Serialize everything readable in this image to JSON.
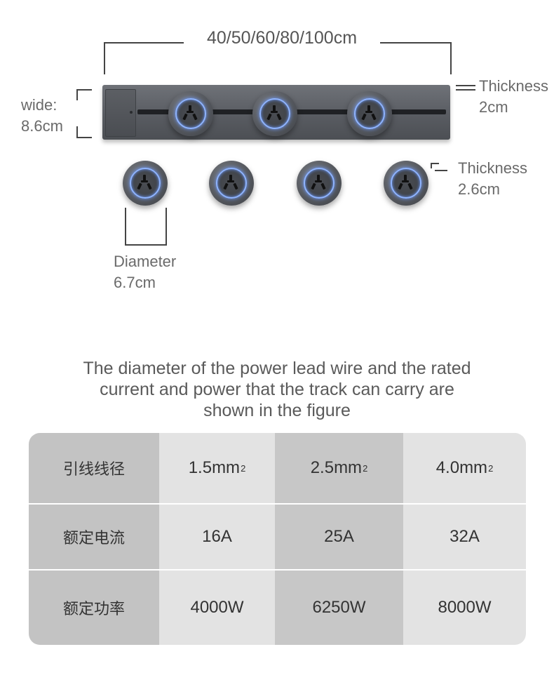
{
  "dimensions": {
    "length": "40/50/60/80/100cm",
    "wide_label": "wide:",
    "wide_value": "8.6cm",
    "track_thickness_label": "Thickness",
    "track_thickness_value": "2cm",
    "socket_thickness_label": "Thickness",
    "socket_thickness_value": "2.6cm",
    "diameter_label": "Diameter",
    "diameter_value": "6.7cm"
  },
  "heading": {
    "line1": "The diameter of the power lead wire and the rated",
    "line2": "current and power that the track can carry are",
    "line3": "shown in the figure"
  },
  "table": {
    "rows": [
      {
        "header": "引线线径",
        "values": [
          "1.5mm",
          "2.5mm",
          "4.0mm"
        ],
        "sup": "2"
      },
      {
        "header": "额定电流",
        "values": [
          "16A",
          "25A",
          "32A"
        ]
      },
      {
        "header": "额定功率",
        "values": [
          "4000W",
          "6250W",
          "8000W"
        ]
      }
    ]
  },
  "colors": {
    "socket_ring": "#8fb4ff",
    "track": "#5c5f64"
  }
}
